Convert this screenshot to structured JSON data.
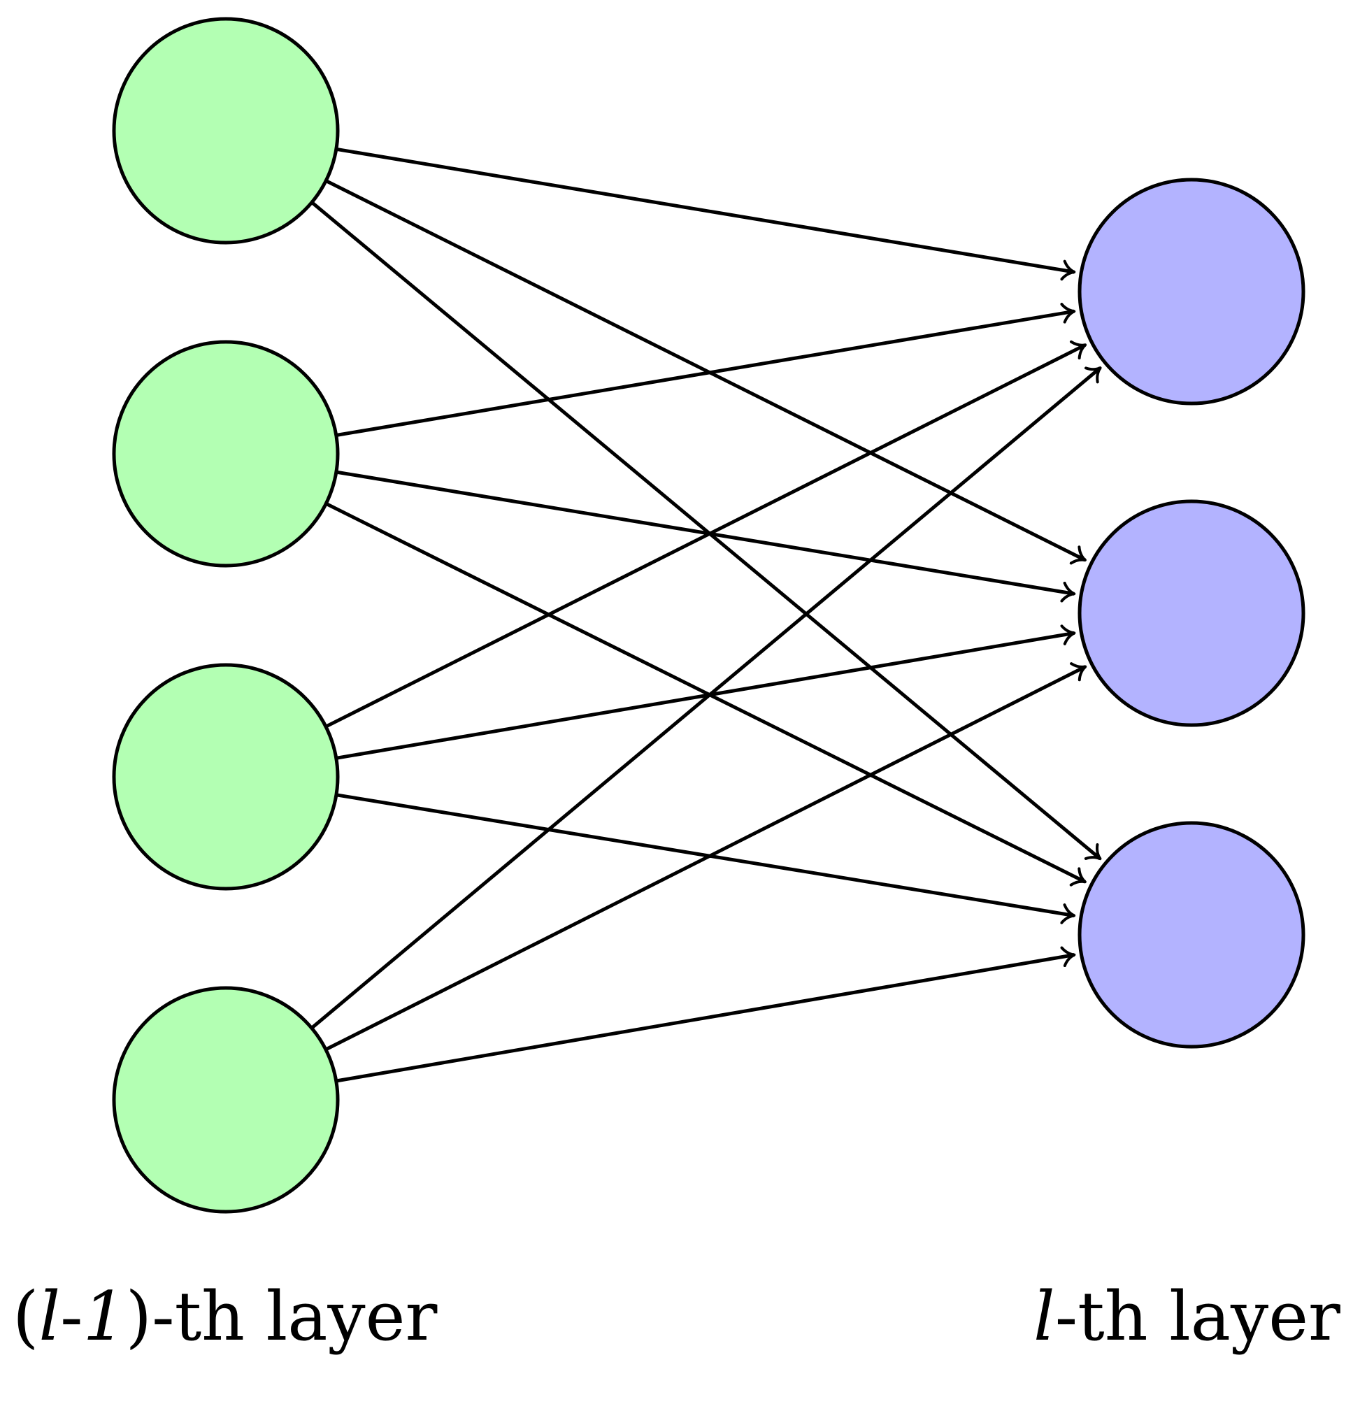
{
  "diagram": {
    "input_layer": {
      "node_count": 4,
      "fill_color": "#b3ffb3",
      "label": {
        "open_paren": "(",
        "var": "l",
        "dash": "-",
        "one": "1",
        "close_paren": ")",
        "suffix": "-th layer"
      }
    },
    "output_layer": {
      "node_count": 3,
      "fill_color": "#b3b3ff",
      "label": {
        "var": "l",
        "suffix": "-th layer"
      }
    },
    "stroke_color": "#000000",
    "connectivity": "fully-connected"
  }
}
